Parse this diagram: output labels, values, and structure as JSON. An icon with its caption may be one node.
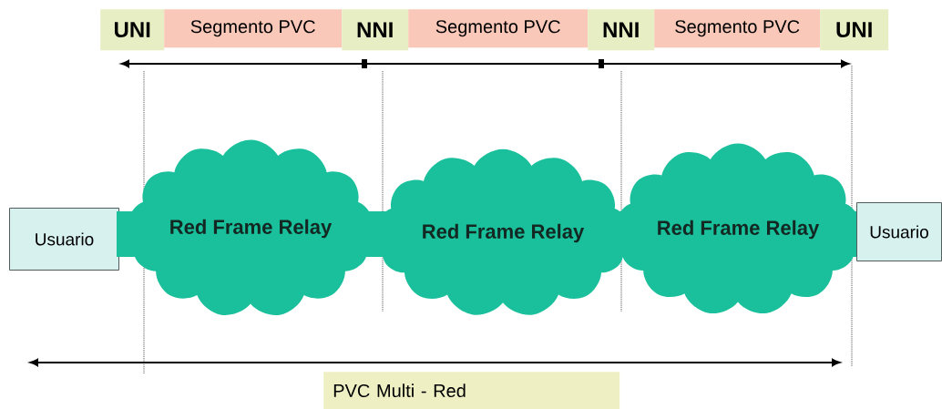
{
  "diagram": {
    "nodes": [
      {
        "text": [
          "UNI"
        ]
      },
      {
        "text": [
          "Segmento PVC"
        ]
      },
      {
        "text": [
          "NNI"
        ]
      },
      {
        "text": [
          "Segmento PVC"
        ]
      },
      {
        "text": [
          "NNI"
        ]
      },
      {
        "text": [
          "Segmento PVC"
        ]
      },
      {
        "text": [
          "UNI"
        ]
      },
      {
        "text": [
          "Usuario"
        ]
      },
      {
        "text": [
          "Red Frame Relay"
        ]
      },
      {
        "text": [
          "Red Frame Relay"
        ]
      },
      {
        "text": [
          "Red Frame Relay"
        ]
      },
      {
        "text": [
          "Usuario"
        ]
      },
      {
        "text": [
          "PVC Multi - Red"
        ]
      }
    ]
  }
}
